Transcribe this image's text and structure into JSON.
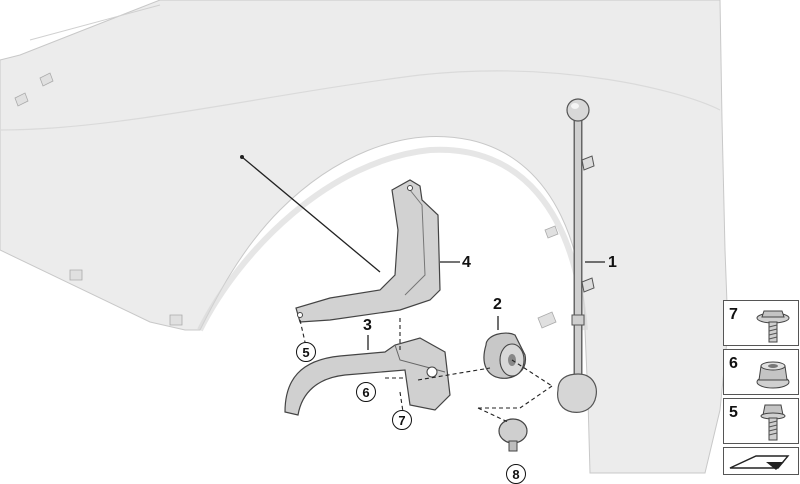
{
  "callouts": {
    "antenna": "1",
    "bushing": "2",
    "bracket_lower": "3",
    "bracket_upper": "4",
    "circle_screw": "5",
    "circle_nut": "6",
    "circle_bolt": "7",
    "circle_cut": "8"
  },
  "legend": [
    {
      "number": "7",
      "icon": "flange-bolt-icon"
    },
    {
      "number": "6",
      "icon": "hex-nut-icon"
    },
    {
      "number": "5",
      "icon": "hex-screw-icon"
    },
    {
      "number": "",
      "icon": "arrow-icon"
    }
  ],
  "colors": {
    "fender": "#ebebeb",
    "part": "#d4d4d4",
    "line": "#222222"
  }
}
